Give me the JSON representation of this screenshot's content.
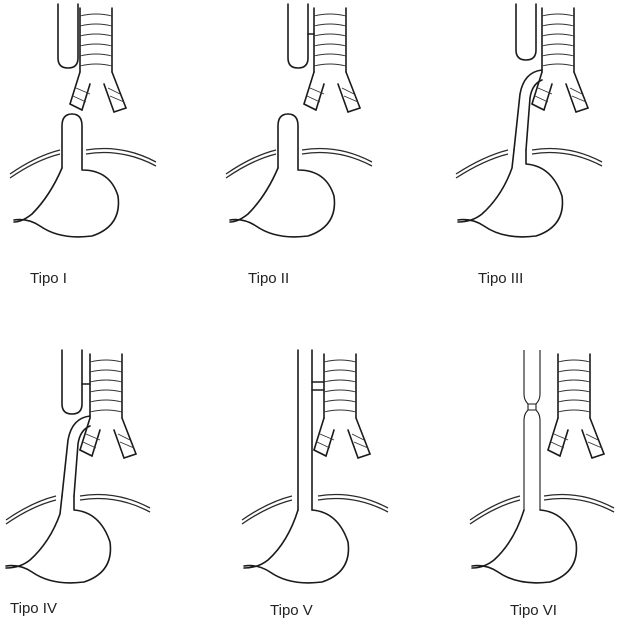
{
  "panels": [
    {
      "id": "type1",
      "label": "Tipo I"
    },
    {
      "id": "type2",
      "label": "Tipo II"
    },
    {
      "id": "type3",
      "label": "Tipo III"
    },
    {
      "id": "type4",
      "label": "Tipo IV"
    },
    {
      "id": "type5",
      "label": "Tipo V"
    },
    {
      "id": "type6",
      "label": "Tipo VI"
    }
  ]
}
